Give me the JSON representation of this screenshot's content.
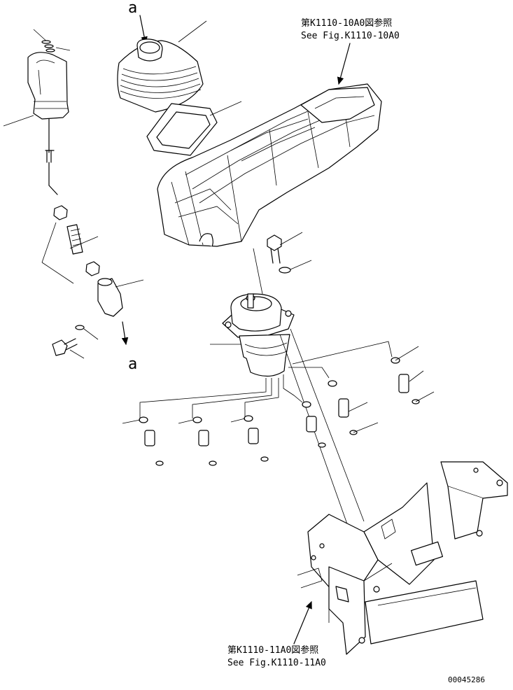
{
  "callouts": {
    "a_top": "a",
    "a_bottom": "a",
    "ref_top_jp": "第K1110-10A0図参照",
    "ref_top_en": "See Fig.K1110-10A0",
    "ref_bottom_jp": "第K1110-11A0図参照",
    "ref_bottom_en": "See Fig.K1110-11A0"
  },
  "drawing_number": "00045286"
}
